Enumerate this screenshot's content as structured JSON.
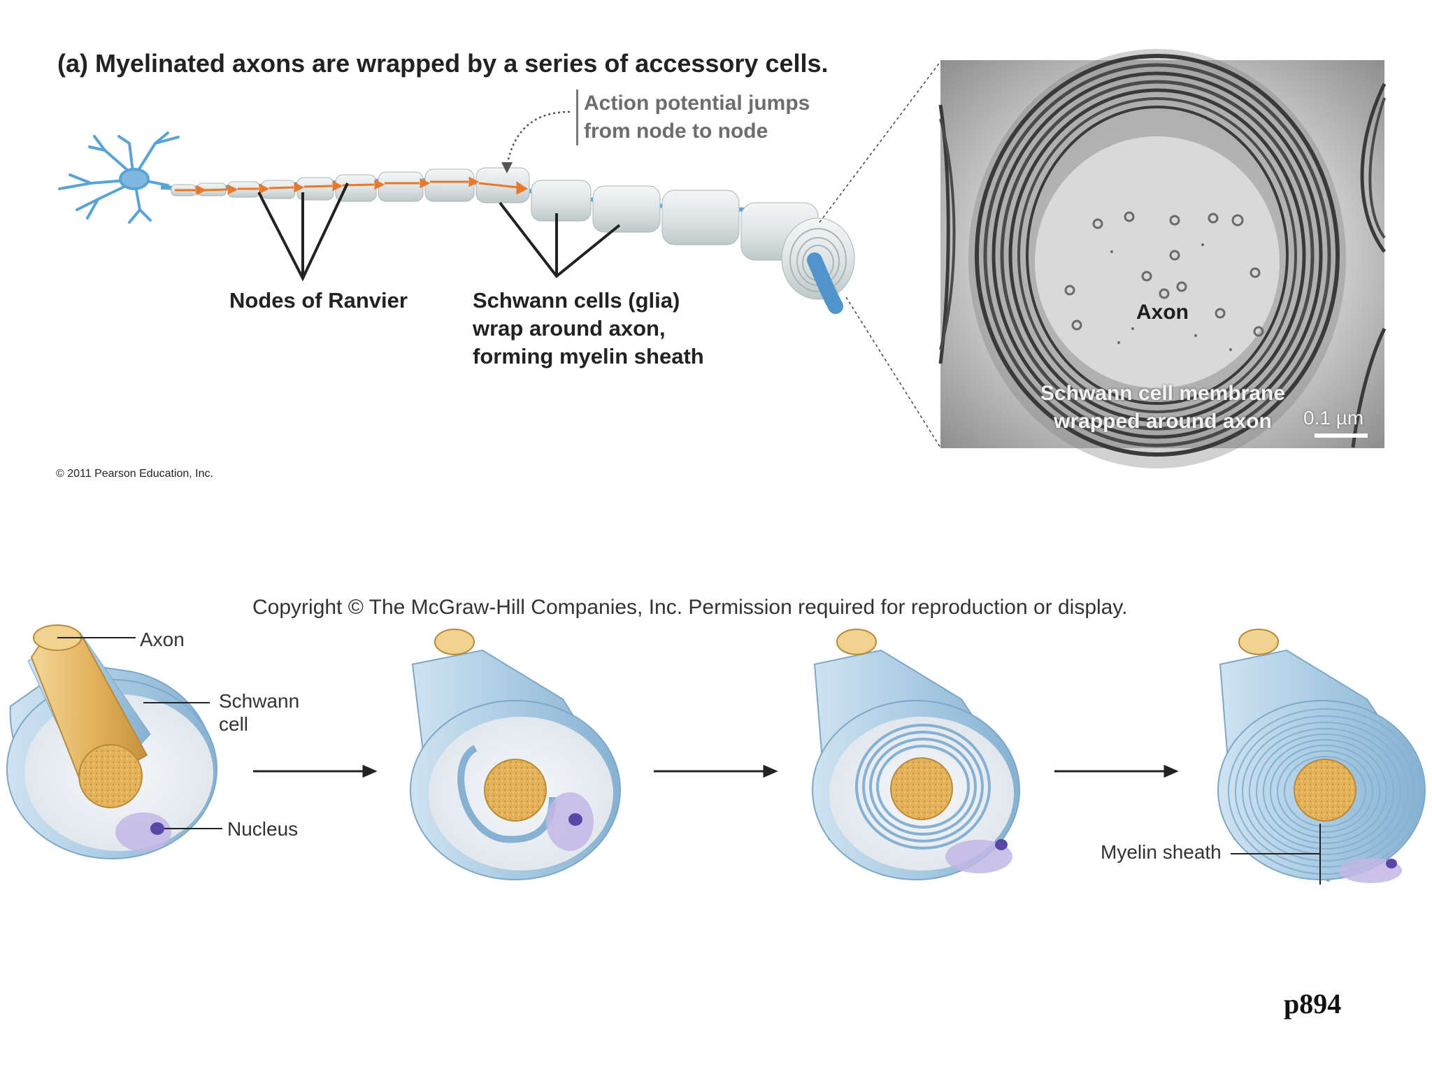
{
  "panel_a": {
    "title": "(a) Myelinated axons are wrapped by a series of accessory cells.",
    "callout_line1": "Action potential jumps",
    "callout_line2": "from node to node",
    "nodes_label": "Nodes of Ranvier",
    "schwann_line1": "Schwann cells (glia)",
    "schwann_line2": "wrap around axon,",
    "schwann_line3": "forming myelin sheath",
    "copyright": "© 2011 Pearson Education, Inc."
  },
  "micrograph": {
    "axon_label": "Axon",
    "membrane_line1": "Schwann cell membrane",
    "membrane_line2": "wrapped around axon",
    "scale_label": "0.1 µm"
  },
  "panel_b": {
    "copyright": "Copyright © The McGraw-Hill Companies, Inc. Permission required for reproduction or display.",
    "axon_label": "Axon",
    "schwann_line1": "Schwann",
    "schwann_line2": "cell",
    "nucleus_label": "Nucleus",
    "myelin_label": "Myelin sheath"
  },
  "page_number": "p894",
  "colors": {
    "axon_blue": "#5aa3d6",
    "arrow_orange": "#e8782a",
    "schwann_blue": "#b8d6ea",
    "axon_gold": "#e6b460",
    "nucleus_purple": "#9b8bd0"
  }
}
